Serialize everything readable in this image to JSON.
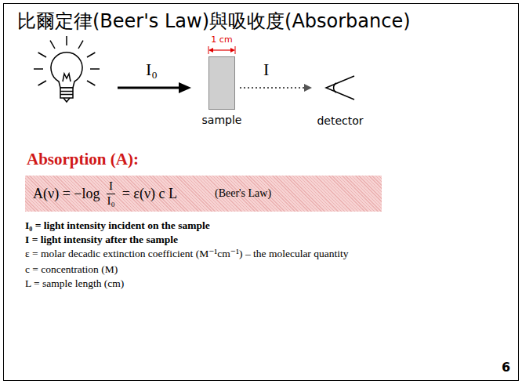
{
  "diagram": {
    "title": "比爾定律(Beer's Law)與吸收度(Absorbance)",
    "nodes": [
      {
        "text": [
          "sample"
        ]
      },
      {
        "text": [
          "A(ν) = −log",
          "I",
          "I₀",
          "= ε(ν) c L",
          "(Beer's Law)"
        ]
      }
    ],
    "labels": [
      "I₀",
      "1 cm",
      "I",
      "detector",
      "Absorption (A):",
      "I₀ = light intensity incident on the sample",
      "I = light intensity after the sample",
      "ε = molar decadic extinction coefficient (M⁻¹cm⁻¹) – the molecular quantity",
      "c = concentration (M)",
      "L = sample length (cm)",
      "6"
    ]
  }
}
